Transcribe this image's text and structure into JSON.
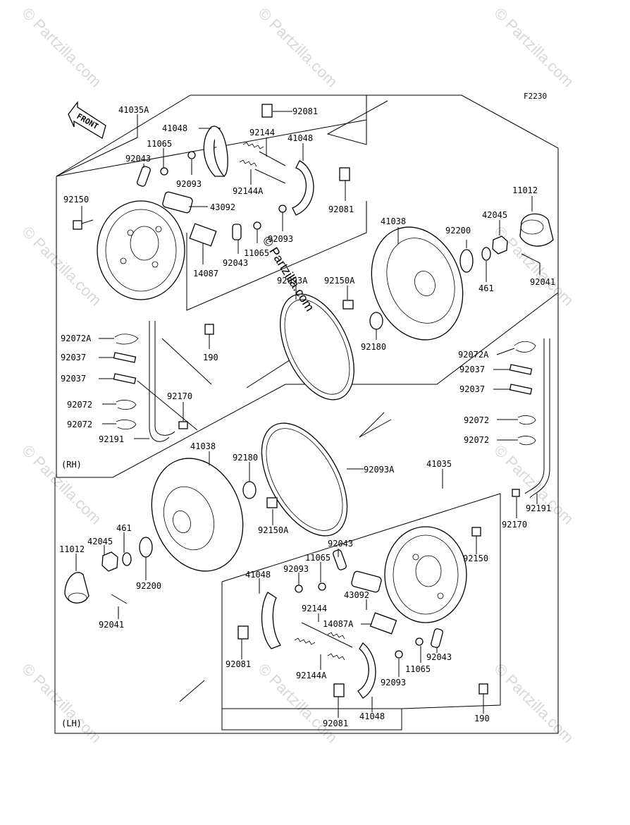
{
  "figure_code": "F2230",
  "front_label": "FRONT",
  "watermark_text": "© Partzilla.com",
  "center_watermark": "© Partzilla.com",
  "rh_label": "(RH)",
  "lh_label": "(LH)",
  "labels": {
    "l41035A": "41035A",
    "l92081_a": "92081",
    "l41048_a": "41048",
    "l92144_a": "92144",
    "l11065_a": "11065",
    "l41048_b": "41048",
    "l92043_a": "92043",
    "l92093_a": "92093",
    "l92144A_a": "92144A",
    "l92150_a": "92150",
    "l43092_a": "43092",
    "l92081_b": "92081",
    "l92093_b": "92093",
    "l11065_b": "11065",
    "l14087": "14087",
    "l92043_b": "92043",
    "l41038_a": "41038",
    "l92200_a": "92200",
    "l42045_a": "42045",
    "l11012_a": "11012",
    "l461_a": "461",
    "l92041_a": "92041",
    "l92093A_a": "92093A",
    "l92150A_a": "92150A",
    "l92180_a": "92180",
    "l190_a": "190",
    "l92072A_a": "92072A",
    "l92037_a": "92037",
    "l92037_b": "92037",
    "l92072_a": "92072",
    "l92072_b": "92072",
    "l92170_a": "92170",
    "l92191_a": "92191",
    "l92072A_b": "92072A",
    "l92037_c": "92037",
    "l92037_d": "92037",
    "l92072_c": "92072",
    "l92072_d": "92072",
    "l41038_b": "41038",
    "l92180_b": "92180",
    "l92093A_b": "92093A",
    "l41035": "41035",
    "l92191_b": "92191",
    "l92170_b": "92170",
    "l92150A_b": "92150A",
    "l461_b": "461",
    "l42045_b": "42045",
    "l11012_b": "11012",
    "l92200_b": "92200",
    "l92041_b": "92041",
    "l92043_c": "92043",
    "l11065_c": "11065",
    "l92150_b": "92150",
    "l92093_c": "92093",
    "l41048_c": "41048",
    "l92144_b": "92144",
    "l43092_b": "43092",
    "l14087A": "14087A",
    "l92081_c": "92081",
    "l92144A_b": "92144A",
    "l92043_d": "92043",
    "l11065_d": "11065",
    "l92093_d": "92093",
    "l190_b": "190",
    "l92081_d": "92081",
    "l41048_d": "41048"
  }
}
